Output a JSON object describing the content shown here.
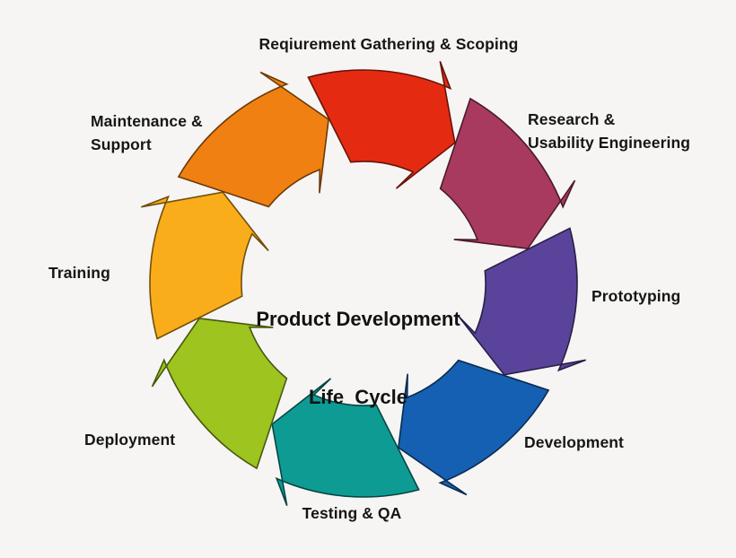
{
  "background_color": "#f6f5f4",
  "center": {
    "line1": "Product Development",
    "line2": "Life  Cycle"
  },
  "cycle": {
    "direction": "clockwise",
    "steps": [
      {
        "label": "Reqiurement Gathering & Scoping",
        "color": "#e42b12",
        "position": "top"
      },
      {
        "label": "Research &\nUsability Engineering",
        "color": "#a93a5f",
        "position": "upper-right"
      },
      {
        "label": "Prototyping",
        "color": "#5a449b",
        "position": "right"
      },
      {
        "label": "Development",
        "color": "#1560b2",
        "position": "lower-right"
      },
      {
        "label": "Testing & QA",
        "color": "#0e9b93",
        "position": "bottom"
      },
      {
        "label": "Deployment",
        "color": "#9dc41f",
        "position": "lower-left"
      },
      {
        "label": "Training",
        "color": "#faad1a",
        "position": "left"
      },
      {
        "label": "Maintenance &\nSupport",
        "color": "#f08011",
        "position": "upper-left"
      }
    ]
  }
}
